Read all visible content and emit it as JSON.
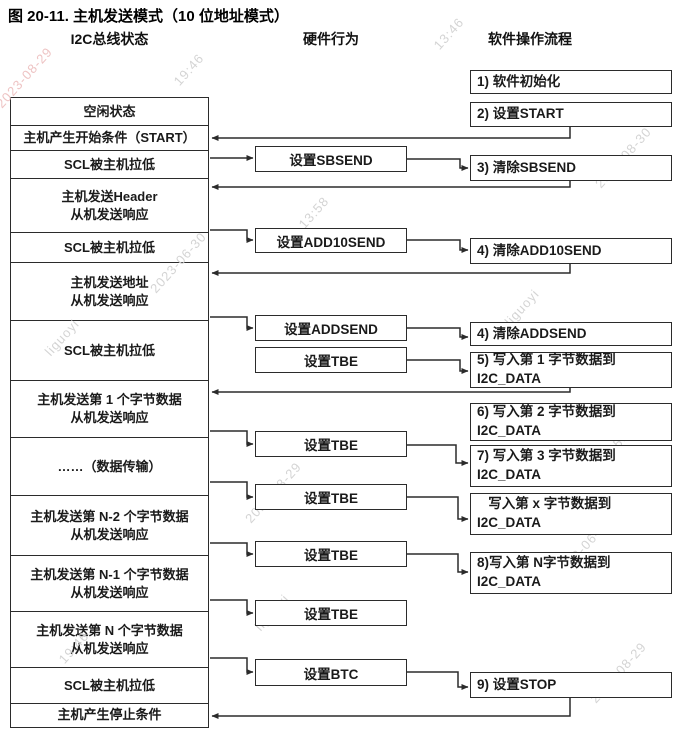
{
  "title": "图 20-11. 主机发送模式（10 位地址模式）",
  "columns": {
    "bus": "I2C总线状态",
    "hardware": "硬件行为",
    "software": "软件操作流程"
  },
  "bus_states": [
    {
      "lines": [
        "空闲状态"
      ]
    },
    {
      "lines": [
        "主机产生开始条件（START）"
      ]
    },
    {
      "lines": [
        "SCL被主机拉低"
      ]
    },
    {
      "lines": [
        "主机发送Header",
        "从机发送响应"
      ]
    },
    {
      "lines": [
        "SCL被主机拉低"
      ]
    },
    {
      "lines": [
        "主机发送地址",
        "从机发送响应"
      ]
    },
    {
      "lines": [
        "SCL被主机拉低"
      ]
    },
    {
      "lines": [
        "主机发送第 1 个字节数据",
        "从机发送响应"
      ]
    },
    {
      "lines": [
        "……（数据传输）"
      ]
    },
    {
      "lines": [
        "主机发送第 N-2 个字节数据",
        "从机发送响应"
      ]
    },
    {
      "lines": [
        "主机发送第 N-1 个字节数据",
        "从机发送响应"
      ]
    },
    {
      "lines": [
        "主机发送第 N 个字节数据",
        "从机发送响应"
      ]
    },
    {
      "lines": [
        "SCL被主机拉低"
      ]
    },
    {
      "lines": [
        "主机产生停止条件"
      ]
    }
  ],
  "hardware_actions": [
    {
      "label": "设置SBSEND"
    },
    {
      "label": "设置ADD10SEND"
    },
    {
      "label": "设置ADDSEND"
    },
    {
      "label": "设置TBE"
    },
    {
      "label": "设置TBE"
    },
    {
      "label": "设置TBE"
    },
    {
      "label": "设置TBE"
    },
    {
      "label": "设置TBE"
    },
    {
      "label": "设置BTC"
    }
  ],
  "software_steps": [
    {
      "lines": [
        "1) 软件初始化"
      ]
    },
    {
      "lines": [
        "2) 设置START"
      ]
    },
    {
      "lines": [
        "3) 清除SBSEND"
      ]
    },
    {
      "lines": [
        "4) 清除ADD10SEND"
      ]
    },
    {
      "lines": [
        "4) 清除ADDSEND"
      ]
    },
    {
      "lines": [
        "5) 写入第 1 字节数据到",
        "I2C_DATA"
      ]
    },
    {
      "lines": [
        "6) 写入第 2 字节数据到",
        "I2C_DATA"
      ]
    },
    {
      "lines": [
        "7) 写入第 3 字节数据到",
        "I2C_DATA"
      ]
    },
    {
      "lines": [
        "   写入第 x 字节数据到",
        "I2C_DATA"
      ]
    },
    {
      "lines": [
        "8)写入第 N字节数据到",
        "I2C_DATA"
      ]
    },
    {
      "lines": [
        "9) 设置STOP"
      ]
    }
  ],
  "watermarks": [
    {
      "text": "2023-08-29"
    },
    {
      "text": "13:46"
    },
    {
      "text": "19:46"
    },
    {
      "text": "liguoyi"
    },
    {
      "text": "2023-06-30"
    },
    {
      "text": "13:58"
    },
    {
      "text": "2023-08-30"
    },
    {
      "text": "liguoyi"
    },
    {
      "text": "2023-08-29"
    },
    {
      "text": "19:46"
    },
    {
      "text": "liguoyi"
    },
    {
      "text": "2023-06-30"
    },
    {
      "text": "13:58"
    },
    {
      "text": "2023-08-29"
    }
  ],
  "colors": {
    "line": "#2b2b2b",
    "text": "#1a1a1a",
    "watermark_gray": "#d4d4d4",
    "watermark_red": "#eec4c4"
  }
}
